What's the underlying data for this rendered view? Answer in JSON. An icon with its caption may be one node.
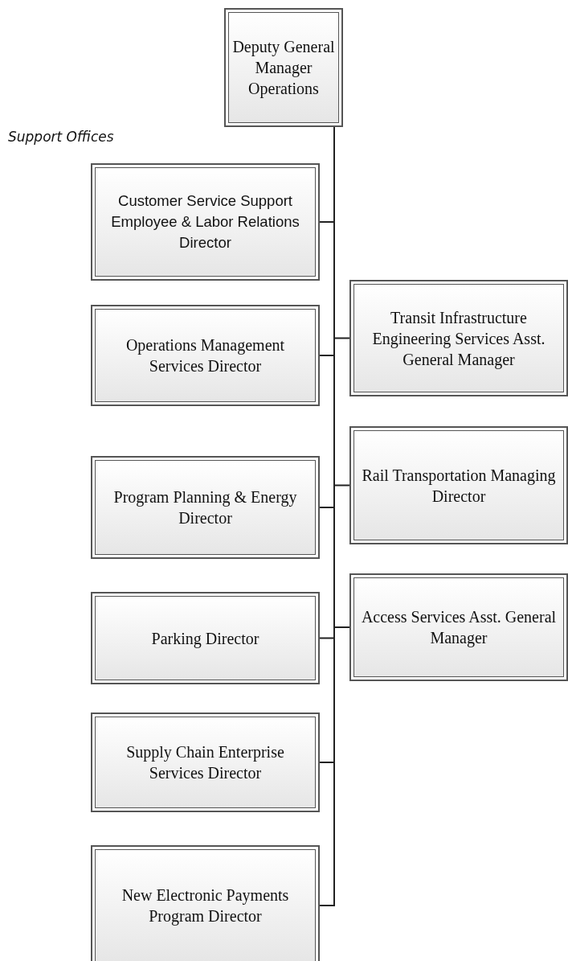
{
  "diagram": {
    "nodes": [
      {
        "text": [
          "Deputy General Manager Operations"
        ]
      },
      {
        "text": [
          "Customer Service Support Employee & Labor Relations Director"
        ]
      },
      {
        "text": [
          "Operations Management Services Director"
        ]
      },
      {
        "text": [
          "Program Planning & Energy Director"
        ]
      },
      {
        "text": [
          "Parking Director"
        ]
      },
      {
        "text": [
          "Supply Chain Enterprise Services Director"
        ]
      },
      {
        "text": [
          "New Electronic Payments Program Director"
        ]
      },
      {
        "text": [
          "Transit Infrastructure Engineering Services Asst. General Manager"
        ]
      },
      {
        "text": [
          "Rail Transportation Managing Director"
        ]
      },
      {
        "text": [
          "Access Services Asst. General Manager"
        ]
      }
    ],
    "edges": [
      {
        "from": 0,
        "to": 1,
        "arrow": "none"
      },
      {
        "from": 0,
        "to": 2,
        "arrow": "none"
      },
      {
        "from": 0,
        "to": 3,
        "arrow": "none"
      },
      {
        "from": 0,
        "to": 4,
        "arrow": "none"
      },
      {
        "from": 0,
        "to": 5,
        "arrow": "none"
      },
      {
        "from": 0,
        "to": 6,
        "arrow": "none"
      },
      {
        "from": 0,
        "to": 7,
        "arrow": "none"
      },
      {
        "from": 0,
        "to": 8,
        "arrow": "none"
      },
      {
        "from": 0,
        "to": 9,
        "arrow": "none"
      }
    ],
    "labels": [
      "Support Offices"
    ]
  }
}
